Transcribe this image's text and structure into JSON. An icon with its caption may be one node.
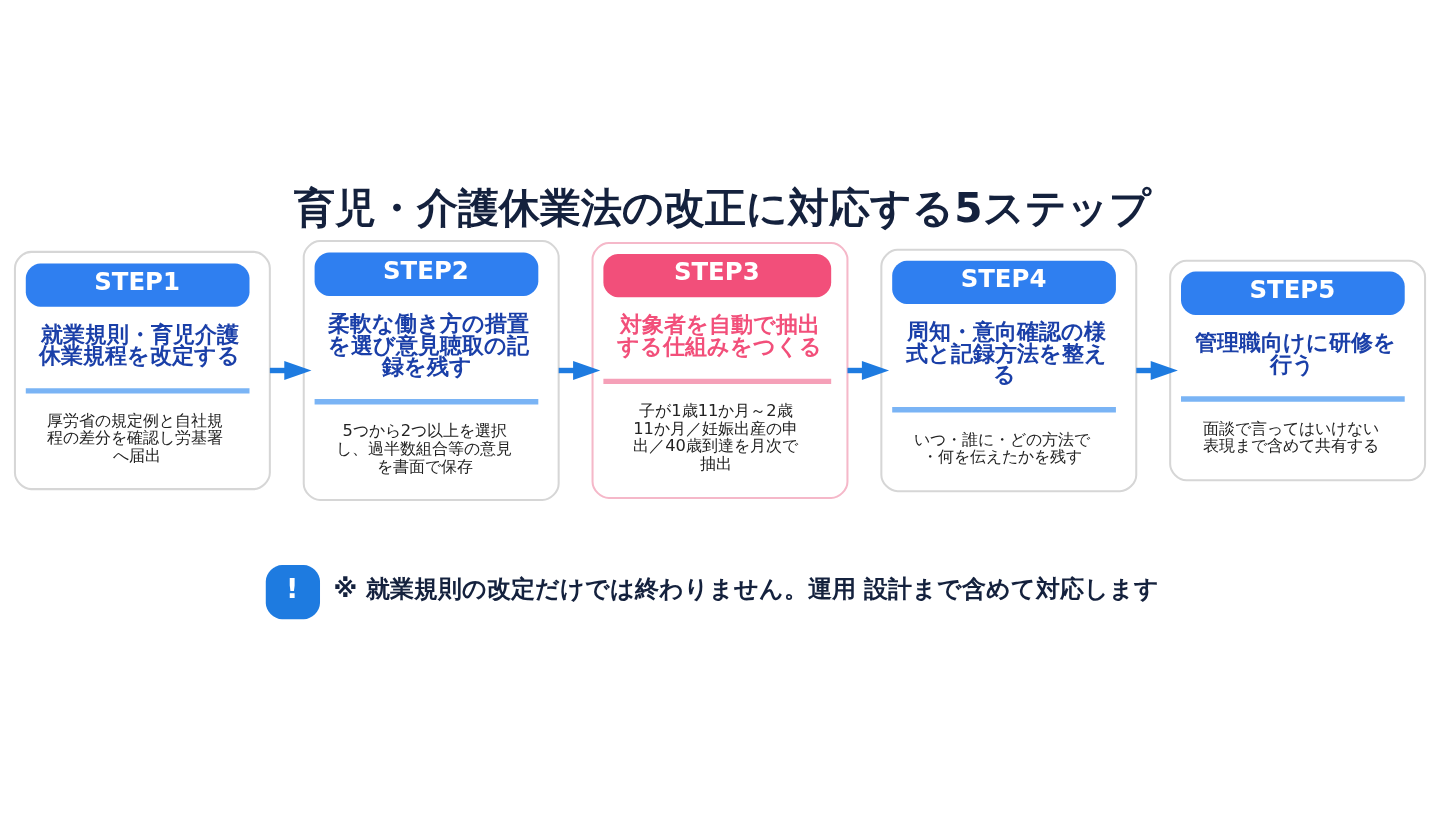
{
  "diagram": {
    "title": "育児・介護休業法の改正に対応する5ステップ",
    "nodes": [
      {
        "text": [
          "STEP1",
          "就業規則・育児介護休業規程を改定する",
          "厚労省の規定例と自社規程の差分を確認し労基署へ届出"
        ]
      },
      {
        "text": [
          "STEP2",
          "柔軟な働き方の措置を選び意見聴取の記録を残す",
          "5つから2つ以上を選択し、過半数組合等の意見を書面で保存"
        ]
      },
      {
        "text": [
          "STEP3",
          "対象者を自動で抽出する仕組みをつくる",
          "子が1歳11か月～2歳11か月／妊娠出産の申出／40歳到達を月次で抽出"
        ]
      },
      {
        "text": [
          "STEP4",
          "周知・意向確認の様式と記録方法を整える",
          "いつ・誰に・どの方法で・何を伝えたかを残す"
        ]
      },
      {
        "text": [
          "STEP5",
          "管理職向けに研修を行う",
          "面談で言ってはいけない表現まで含めて共有する"
        ]
      }
    ],
    "edges": [
      {
        "from": 0,
        "to": 1,
        "arrow": "to"
      },
      {
        "from": 1,
        "to": 2,
        "arrow": "to"
      },
      {
        "from": 2,
        "to": 3,
        "arrow": "to"
      },
      {
        "from": 3,
        "to": 4,
        "arrow": "to"
      }
    ],
    "labels": [
      "!",
      "※ 就業規則の改定だけでは終わりません。運用 設計まで含めて対応します"
    ]
  }
}
